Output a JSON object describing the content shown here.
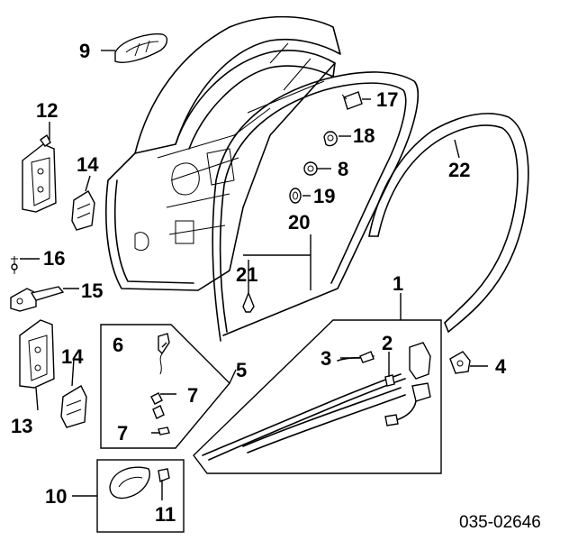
{
  "callouts": {
    "c1": "1",
    "c2": "2",
    "c3": "3",
    "c4": "4",
    "c5": "5",
    "c6": "6",
    "c7a": "7",
    "c7b": "7",
    "c8": "8",
    "c9": "9",
    "c10": "10",
    "c11": "11",
    "c12": "12",
    "c13": "13",
    "c14a": "14",
    "c14b": "14",
    "c15": "15",
    "c16": "16",
    "c17": "17",
    "c18": "18",
    "c19": "19",
    "c20": "20",
    "c21": "21",
    "c22": "22"
  },
  "diagram_code": "035-02646"
}
